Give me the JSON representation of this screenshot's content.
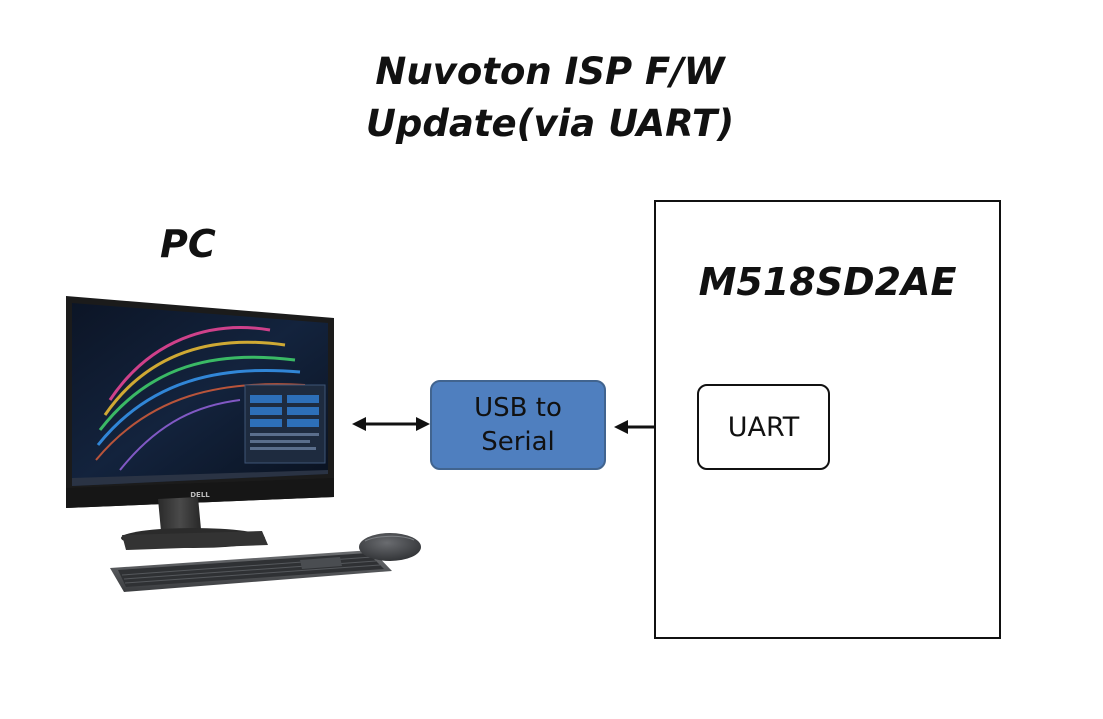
{
  "diagram": {
    "title_line1": "Nuvoton ISP F/W",
    "title_line2": "Update(via UART)",
    "pc_label": "PC",
    "chip_label": "M518SD2AE",
    "usb_label_line1": "USB to",
    "usb_label_line2": "Serial",
    "uart_label": "UART",
    "monitor_brand": "DELL"
  },
  "colors": {
    "usb_fill": "#4f7fbf",
    "usb_border": "#41648f",
    "line": "#111111"
  },
  "icons": {
    "computer": "desktop-computer-icon",
    "keyboard": "keyboard-icon",
    "mouse": "mouse-icon"
  }
}
